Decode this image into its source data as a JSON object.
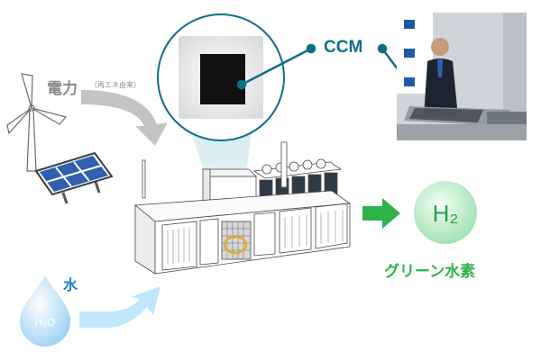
{
  "labels": {
    "power": "電力",
    "power_note": "（再エネ由来）",
    "water": "水",
    "water_formula": "H₂O",
    "membrane": "CCM",
    "product_formula": "H₂",
    "product": "グリーン水素"
  },
  "colors": {
    "grey_arrow": "#c4c4c4",
    "water_arrow": "#bfe6fb",
    "product_arrow": "#2db34a",
    "callout_line": "#0d6f86",
    "product_label": "#2db34a",
    "water_label": "#1a7fc7"
  },
  "icons": [
    "wind-turbine-icon",
    "solar-panel-icon",
    "water-drop-icon",
    "hydrogen-sphere-icon"
  ]
}
